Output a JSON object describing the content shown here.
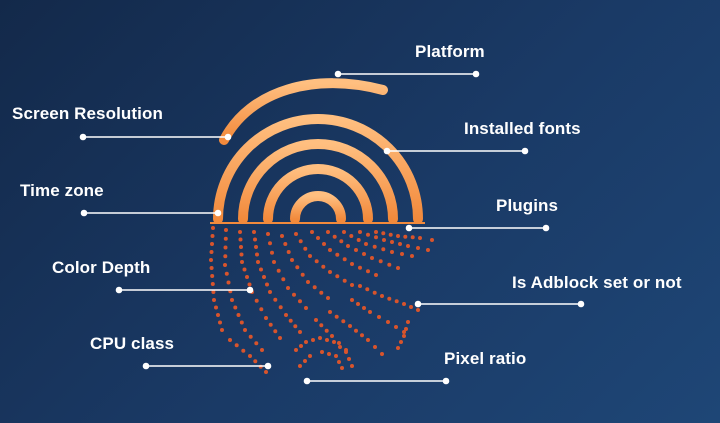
{
  "labels": {
    "platform": "Platform",
    "screen_resolution": "Screen Resolution",
    "installed_fonts": "Installed fonts",
    "time_zone": "Time zone",
    "plugins": "Plugins",
    "color_depth": "Color Depth",
    "adblock": "Is Adblock set or not",
    "cpu_class": "CPU class",
    "pixel_ratio": "Pixel ratio"
  },
  "colors": {
    "background_start": "#13294a",
    "background_end": "#1e4676",
    "arc_light": "#ffbf80",
    "arc_dark": "#f28a3c",
    "dots": "#d8542c",
    "leader": "#ffffff"
  },
  "icons": {
    "fingerprint": "fingerprint-icon"
  }
}
